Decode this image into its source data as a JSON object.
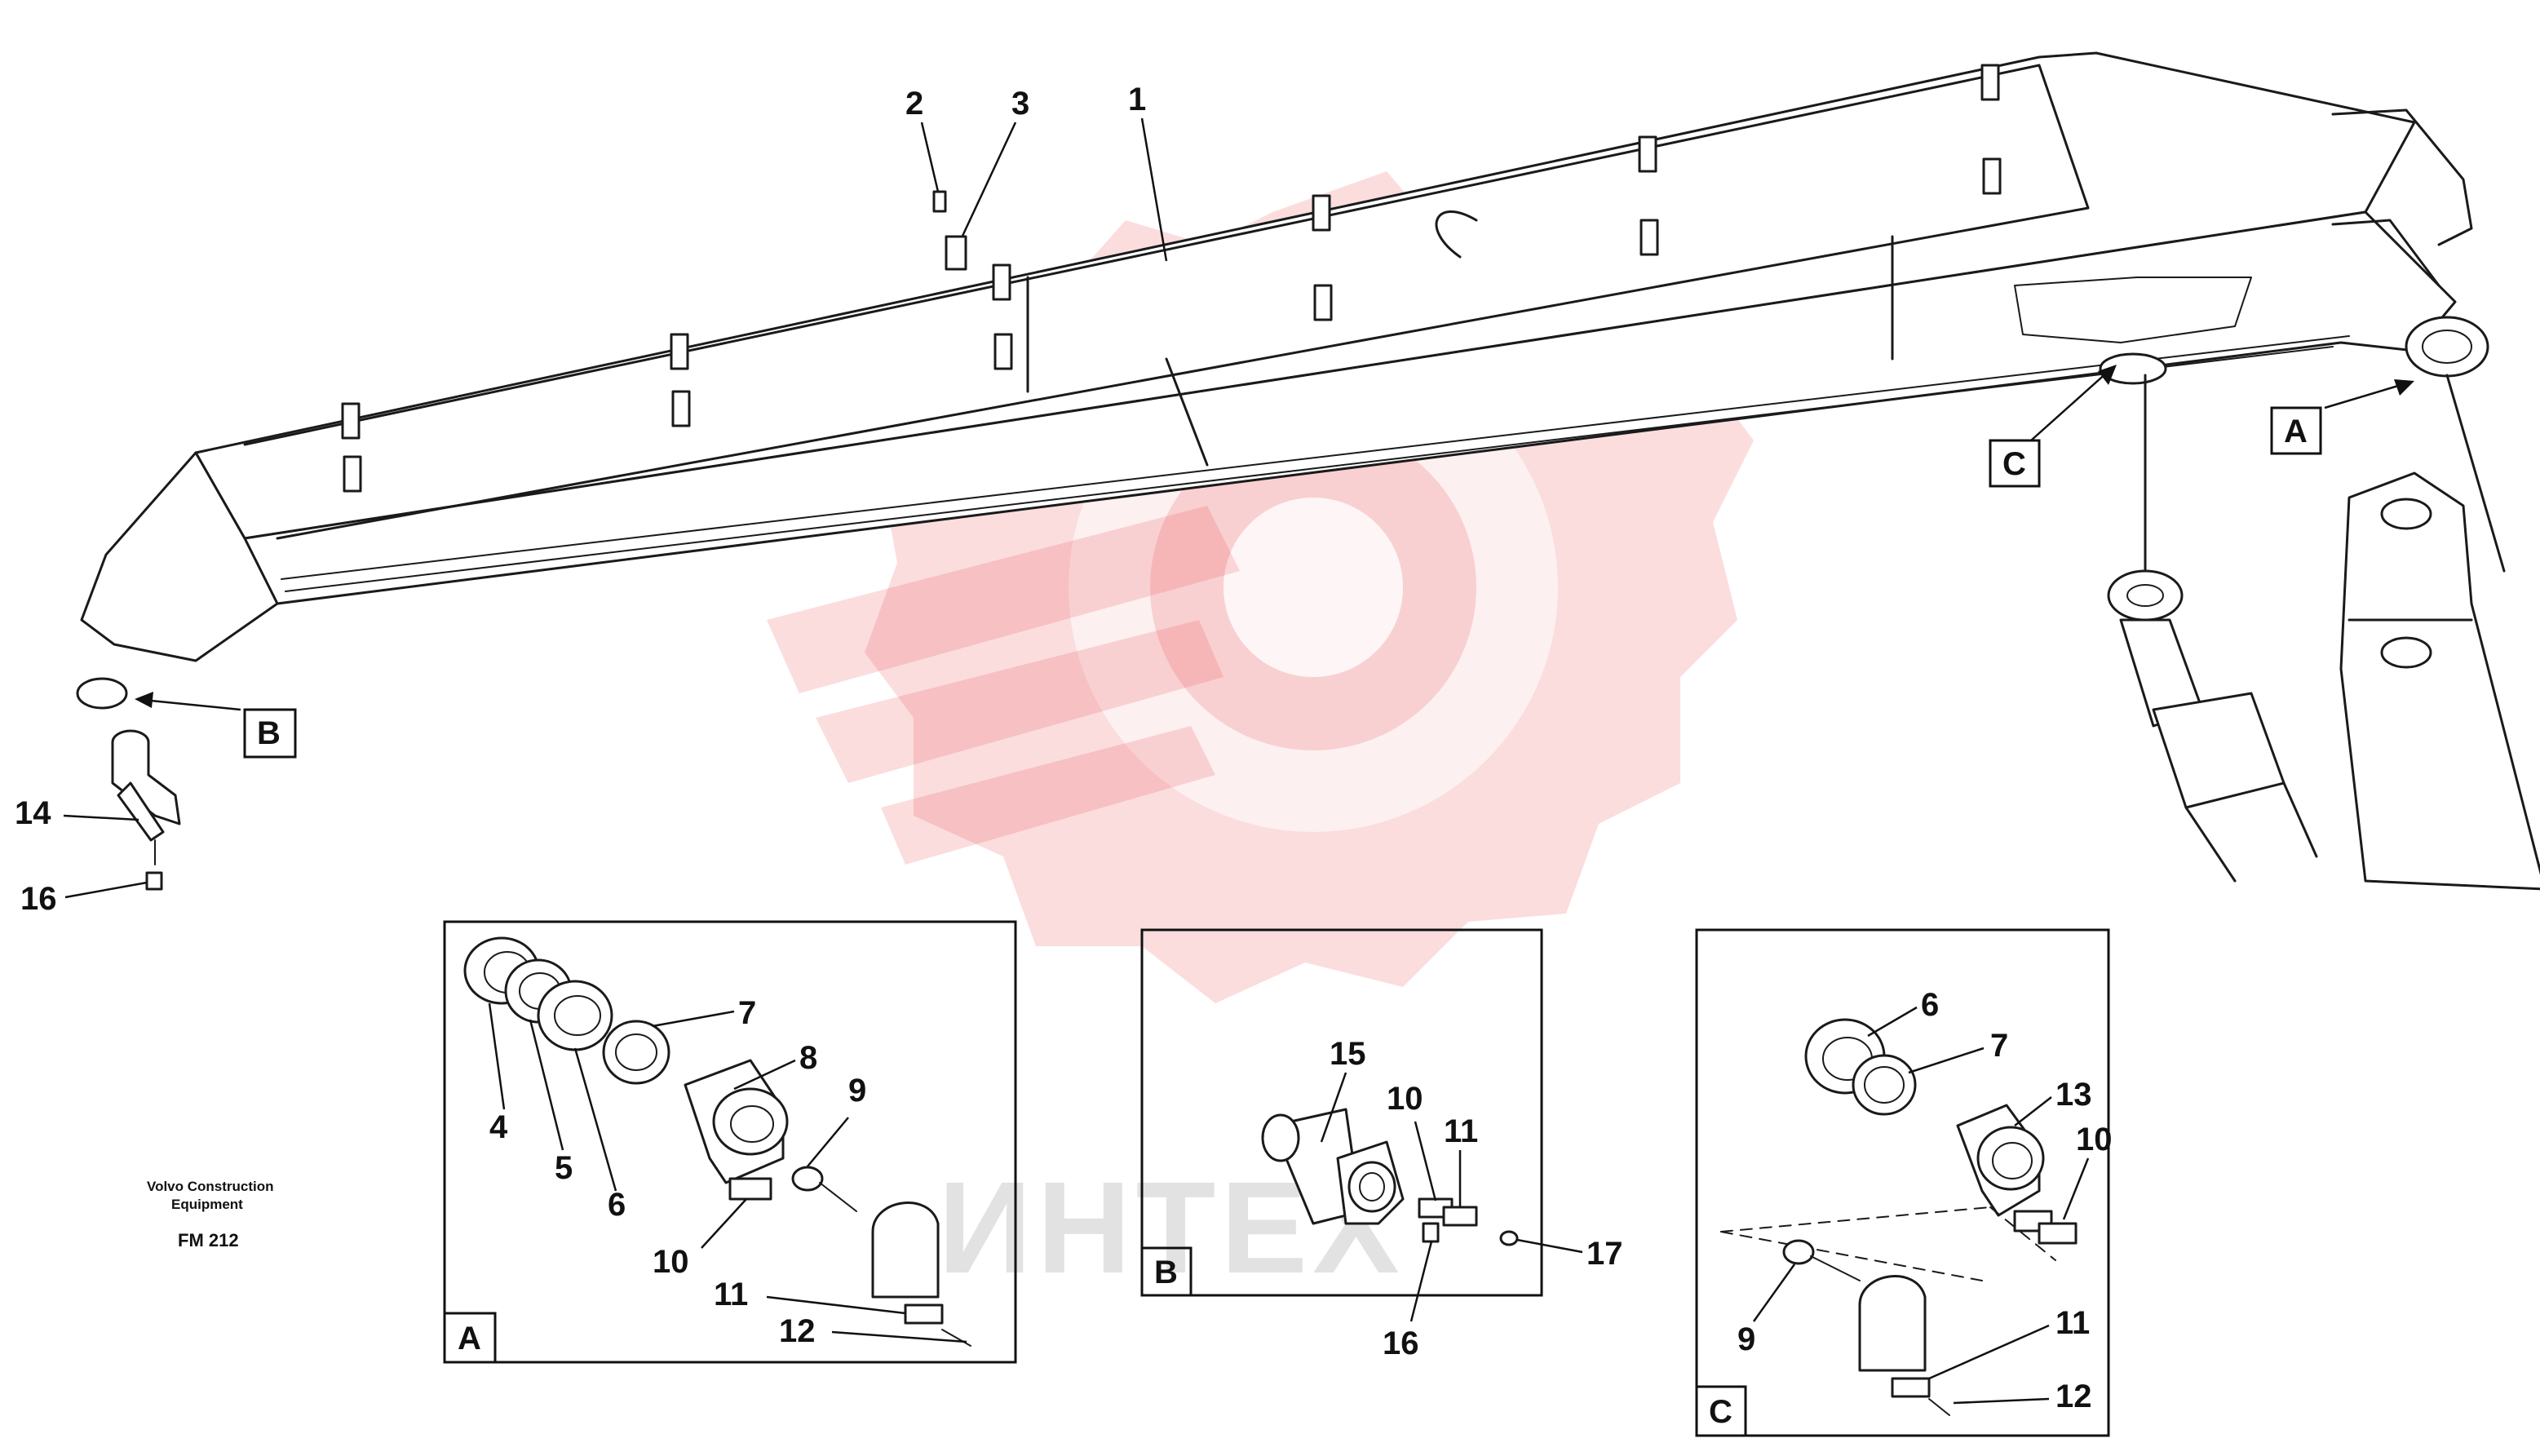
{
  "watermark": {
    "text": "ИНТЕХ",
    "gear_color": "#e8383b"
  },
  "credit": {
    "line1": "Volvo Construction",
    "line2": "Equipment",
    "code": "FM 212"
  },
  "main_callouts": {
    "c1": "1",
    "c2": "2",
    "c3": "3",
    "c14": "14",
    "c16": "16"
  },
  "view_markers": {
    "a": "A",
    "b": "B",
    "c": "C"
  },
  "detail_a": {
    "letter": "A",
    "labels": {
      "p4": "4",
      "p5": "5",
      "p6": "6",
      "p7": "7",
      "p8": "8",
      "p9": "9",
      "p10": "10",
      "p11": "11",
      "p12": "12"
    }
  },
  "detail_b": {
    "letter": "B",
    "labels": {
      "p15": "15",
      "p10": "10",
      "p11": "11",
      "p16": "16",
      "p17": "17"
    }
  },
  "detail_c": {
    "letter": "C",
    "labels": {
      "p6": "6",
      "p7": "7",
      "p13": "13",
      "p10": "10",
      "p9": "9",
      "p11": "11",
      "p12": "12"
    }
  }
}
